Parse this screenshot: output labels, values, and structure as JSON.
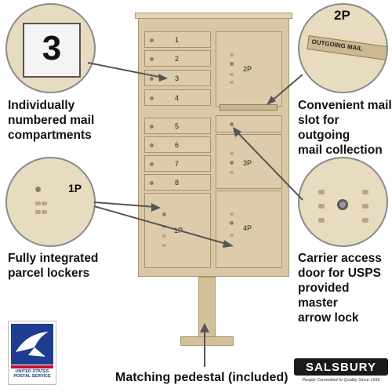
{
  "doors": [
    "1",
    "2",
    "3",
    "4",
    "5",
    "6",
    "7",
    "8"
  ],
  "parcel_lockers": [
    "1P",
    "2P",
    "3P",
    "4P"
  ],
  "callouts": {
    "number_plate": "3",
    "locker_label_2p": "2P",
    "outgoing_mail": "OUTGOING MAIL",
    "locker_label_1p": "1P"
  },
  "captions": {
    "numbered_compartments": [
      "Individually",
      "numbered mail",
      "compartments"
    ],
    "outgoing_slot": [
      "Convenient mail",
      "slot for outgoing",
      "mail collection"
    ],
    "parcel_lockers": [
      "Fully integrated",
      "parcel lockers"
    ],
    "carrier_door": [
      "Carrier access",
      "door for USPS",
      "provided master",
      "arrow lock"
    ],
    "pedestal": "Matching pedestal (included)"
  },
  "logos": {
    "usps": "UNITED STATES POSTAL SERVICE",
    "salsbury": "SALSBURY",
    "salsbury_tagline": "People Committed to Quality Since 1936"
  },
  "colors": {
    "cabinet": "#d9c8a6",
    "usps_blue": "#1d3d8f",
    "usps_red": "#c8102e"
  }
}
